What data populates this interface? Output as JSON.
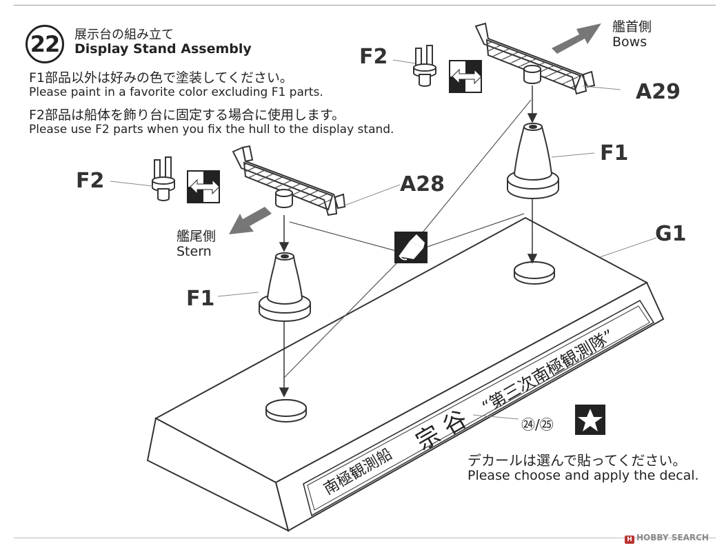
{
  "step": {
    "number": "22",
    "title_ja": "展示台の組み立て",
    "title_en": "Display Stand Assembly"
  },
  "notes": [
    "F1部品以外は好みの色で塗装してください。",
    "Please paint in a favorite color excluding F1 parts.",
    "F2部品は船体を飾り台に固定する場合に使用します。",
    "Please use F2 parts when you fix the hull to the display stand."
  ],
  "parts": {
    "f2_top": "F2",
    "f2_left": "F2",
    "a29": "A29",
    "a28": "A28",
    "f1_right": "F1",
    "f1_left": "F1",
    "g1": "G1"
  },
  "directions": {
    "bows_ja": "艦首側",
    "bows_en": "Bows",
    "stern_ja": "艦尾側",
    "stern_en": "Stern"
  },
  "stand_plate": {
    "line1": "南極観測船",
    "name": "宗 谷",
    "line2": "“第三次南極観測隊”"
  },
  "decal": {
    "numbers": "㉔/㉕",
    "instruction_ja": "デカールは選んで貼ってください。",
    "instruction_en": "Please choose and apply the decal."
  },
  "watermark": {
    "brand": "HOBBY SEARCH"
  },
  "icons": [
    "optional-part-icon",
    "glue-icon",
    "decal-star-icon",
    "arrow-icon"
  ]
}
